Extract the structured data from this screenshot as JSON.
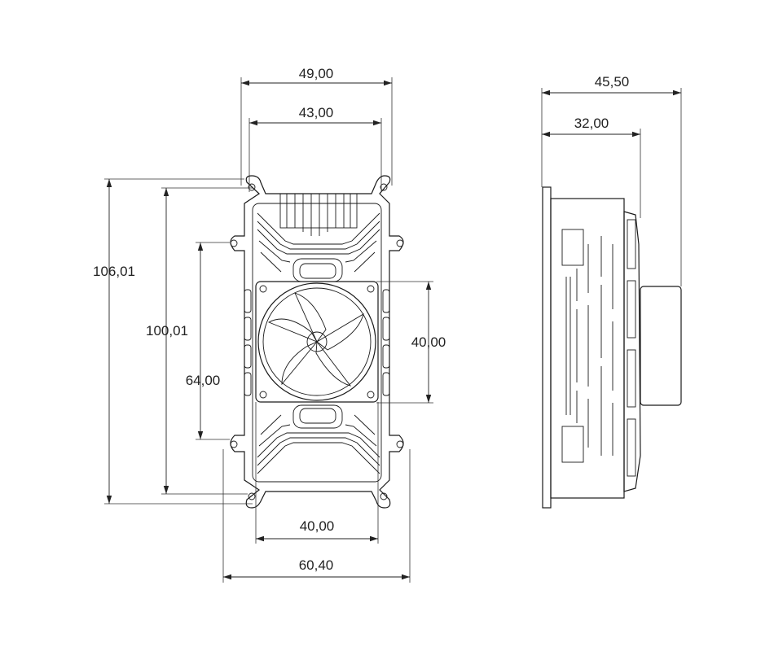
{
  "drawing": {
    "front_view": {
      "overall_width": "49,00",
      "slot_width": "43,00",
      "overall_height": "106,01",
      "hole_spacing_height": "100,01",
      "inner_hole_spacing": "64,00",
      "fan_size": "40,00",
      "bottom_hole_spacing": "40,00",
      "ear_width": "60,40"
    },
    "side_view": {
      "overall_depth": "45,50",
      "body_depth": "32,00"
    },
    "colors": {
      "line": "#1a1a1a",
      "background": "#ffffff"
    }
  }
}
